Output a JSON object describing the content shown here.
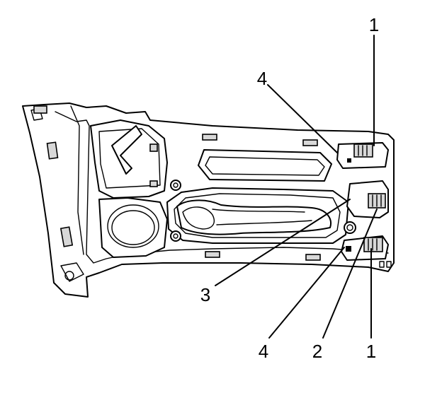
{
  "diagram": {
    "callouts": [
      {
        "id": "callout-1-top",
        "text": "1"
      },
      {
        "id": "callout-4-top",
        "text": "4"
      },
      {
        "id": "callout-3",
        "text": "3"
      },
      {
        "id": "callout-4-bottom",
        "text": "4"
      },
      {
        "id": "callout-2",
        "text": "2"
      },
      {
        "id": "callout-1-bottom",
        "text": "1"
      }
    ]
  }
}
